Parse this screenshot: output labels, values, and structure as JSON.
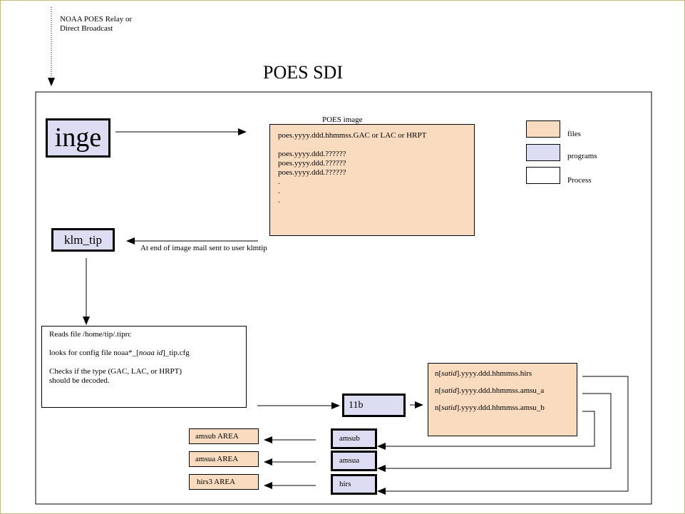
{
  "source": {
    "line1": "NOAA POES Relay or",
    "line2": "Direct Broadcast"
  },
  "title": "POES SDI",
  "ingest": {
    "label": "inge"
  },
  "image": {
    "caption": "POES image",
    "lines": [
      "poes.yyyy.ddd.hhmmss.GAC or LAC or HRPT",
      "",
      "poes.yyyy.ddd.??????",
      "poes.yyyy.ddd.??????",
      "poes.yyyy.ddd.??????",
      ".",
      ".",
      "."
    ]
  },
  "legend": [
    {
      "label": "files",
      "color": "#f9dcc0"
    },
    {
      "label": "programs",
      "color": "#dcdcf2"
    },
    {
      "label": "Process",
      "color": "#ffffff"
    }
  ],
  "klm_tip": {
    "label": "klm_tip",
    "note": "At end of image mail sent to user klmtip"
  },
  "reads": {
    "line1": "Reads file /home/tip/.tiprc",
    "line2_pre": "looks for config file noaa*_[",
    "line2_em": "noaa id",
    "line2_post": "]_tip.cfg",
    "line3": "Checks if the type (GAC, LAC, or HRPT)",
    "line4": "should be decoded."
  },
  "l1b": {
    "label": "11b"
  },
  "level1": {
    "prefix": "n[",
    "em": "satid",
    "suffixes": [
      "].yyyy.ddd.hhmmss.hirs",
      "].yyyy.ddd.hhmmss.amsu_a",
      "].yyyy.ddd.hhmmss.amsu_b"
    ]
  },
  "programs": [
    {
      "label": "amsub",
      "area": "amsub AREA"
    },
    {
      "label": "amsua",
      "area": "amsua AREA"
    },
    {
      "label": "hirs",
      "area": "hirs3 AREA"
    }
  ]
}
